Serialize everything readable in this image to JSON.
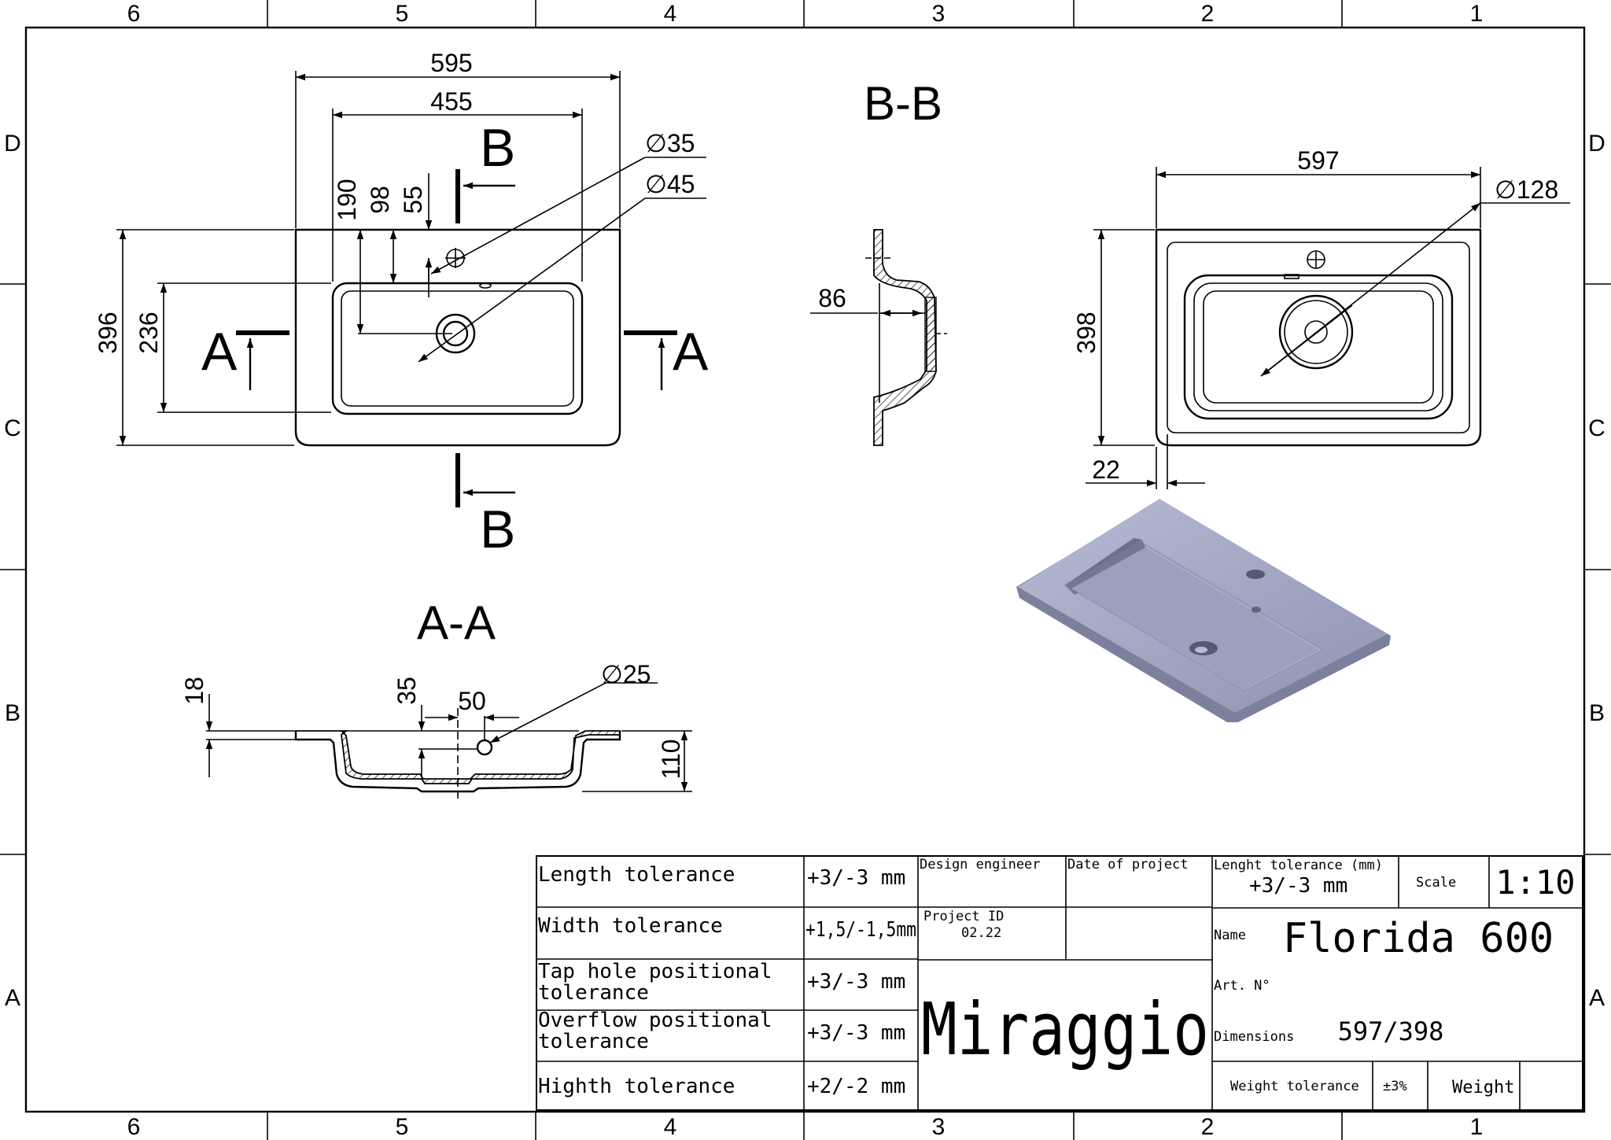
{
  "zones": {
    "columns": [
      "6",
      "5",
      "4",
      "3",
      "2",
      "1"
    ],
    "rows": [
      "D",
      "C",
      "B",
      "A"
    ]
  },
  "views": {
    "top": {
      "dims": {
        "overall_width": "595",
        "bowl_width": "455",
        "d190": "190",
        "d98": "98",
        "d55": "55",
        "overall_depth": "396",
        "bowl_depth": "236"
      },
      "holes": {
        "tap": "35",
        "drain": "45"
      },
      "section_marks": {
        "a_left": "A",
        "a_right": "A",
        "b_top": "B",
        "b_bottom": "B"
      }
    },
    "section_bb": {
      "title": "B-B",
      "dim": "86"
    },
    "right": {
      "dims": {
        "width": "597",
        "depth": "398",
        "offset": "22"
      },
      "hole": "128"
    },
    "section_aa": {
      "title": "A-A",
      "dims": {
        "d18": "18",
        "d35": "35",
        "d50": "50",
        "d110": "110"
      },
      "hole": "25"
    }
  },
  "diameter_symbol": "∅",
  "render_color": "#9ea3c0",
  "title_block": {
    "tolerances": [
      {
        "label": "Length tolerance",
        "value": "+3/-3 mm"
      },
      {
        "label": "Width tolerance",
        "value": "+1,5/-1,5mm"
      },
      {
        "label_line1": "Tap hole positional",
        "label_line2": "tolerance",
        "value": "+3/-3 mm"
      },
      {
        "label_line1": "Overflow positional",
        "label_line2": "tolerance",
        "value": "+3/-3 mm"
      },
      {
        "label": "Highth tolerance",
        "value": "+2/-2 mm"
      }
    ],
    "design_engineer_label": "Design engineer",
    "date_label": "Date of project",
    "project_id_label": "Project ID",
    "project_id": "02.22",
    "brand": "Miraggio",
    "length_tol_label": "Lenght tolerance (mm)",
    "length_tol_value": "+3/-3 mm",
    "scale_label": "Scale",
    "scale_value": "1:10",
    "name_label": "Name",
    "name_value": "Florida 600",
    "art_label": "Art. N°",
    "dimensions_label": "Dimensions",
    "dimensions_value": "597/398",
    "weight_tol_label": "Weight tolerance",
    "weight_tol_value": "±3%",
    "weight_label": "Weight"
  }
}
